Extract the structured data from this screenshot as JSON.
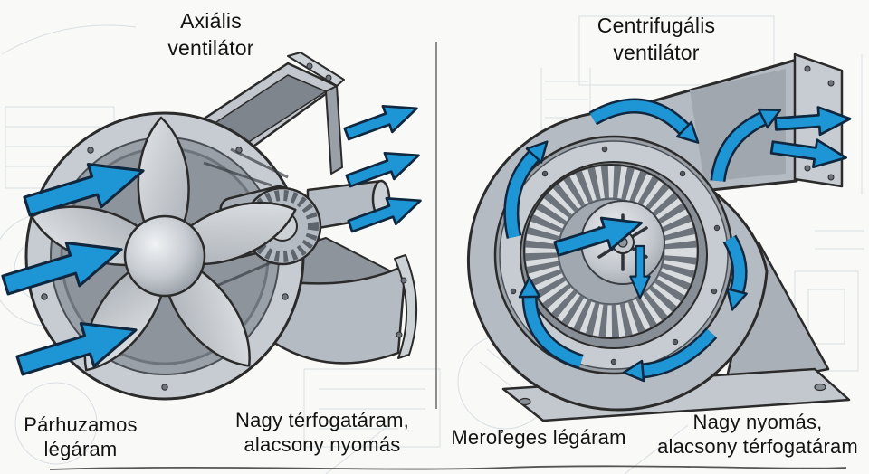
{
  "figure": {
    "left_panel": {
      "title": [
        "Axiális",
        "ventilátor"
      ],
      "caption_left": [
        "Párhuzamos",
        "légáram"
      ],
      "caption_right": [
        "Nagy térfogatáram,",
        "alacsony nyomás"
      ]
    },
    "right_panel": {
      "title": [
        "Centrifugális",
        "ventilátor"
      ],
      "caption_left": [
        "Meroľeges légáram"
      ],
      "caption_right": [
        "Nagy nyomás,",
        "alacsony térfogatáram"
      ]
    }
  },
  "icons": {
    "airflow_arrow": "thick straight blue arrow",
    "circulation_arrow": "curved blue arrow",
    "bolt_dot": "small round rivet"
  },
  "colors": {
    "arrow_blue": "#1e95d4",
    "arrow_outline": "#0f2840",
    "metal_light": "#ccd1d6",
    "metal_mid": "#b5bbc2",
    "metal_dark": "#99a0a7",
    "metal_deep": "#7e858d",
    "line_dark": "#2b2b2b",
    "blueprint_line": "#a3b4c4",
    "divider_gray": "#8d8d8d",
    "background": "#f9f9f7",
    "text_black": "#131313"
  }
}
